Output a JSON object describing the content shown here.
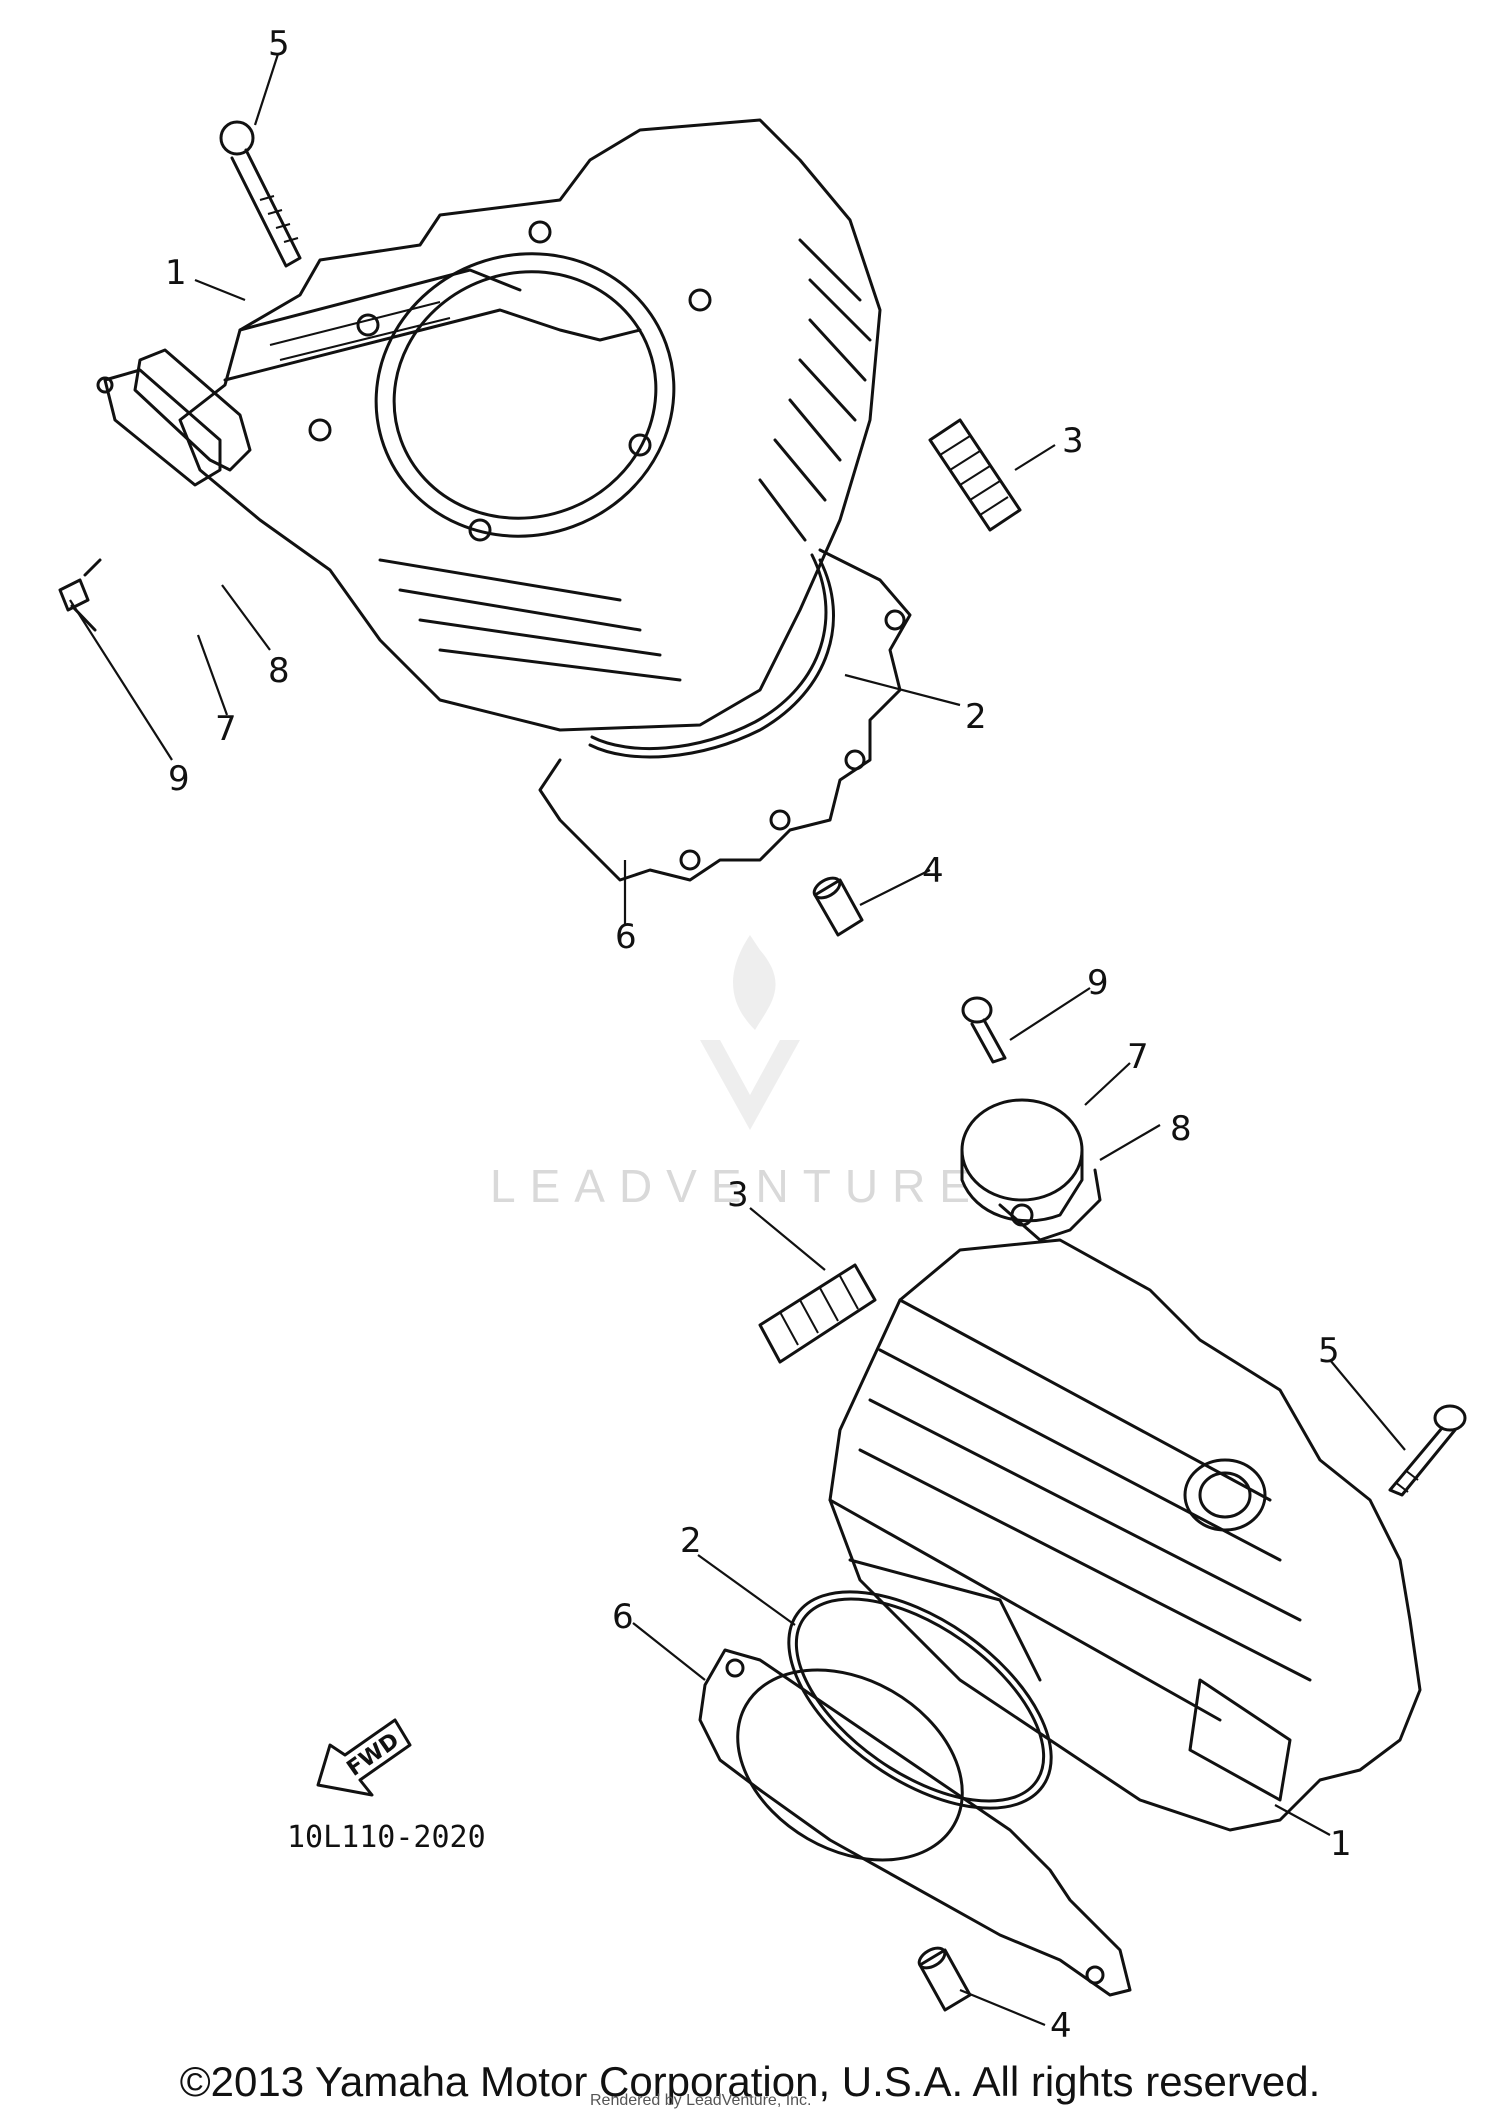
{
  "diagram": {
    "callouts_top": {
      "c1": "1",
      "c2": "2",
      "c3": "3",
      "c4": "4",
      "c5": "5",
      "c6": "6",
      "c7": "7",
      "c8": "8",
      "c9": "9"
    },
    "callouts_bottom": {
      "c1": "1",
      "c2": "2",
      "c3": "3",
      "c4": "4",
      "c5": "5",
      "c6": "6",
      "c7": "7",
      "c8": "8",
      "c9": "9"
    },
    "fwd_label": "FWD",
    "diagram_code": "10L110-2020",
    "watermark": "LEADVENTURE"
  },
  "footer": {
    "copyright": "©2013 Yamaha Motor Corporation, U.S.A. All rights reserved.",
    "rendered_by": "Rendered by LeadVenture, Inc."
  }
}
